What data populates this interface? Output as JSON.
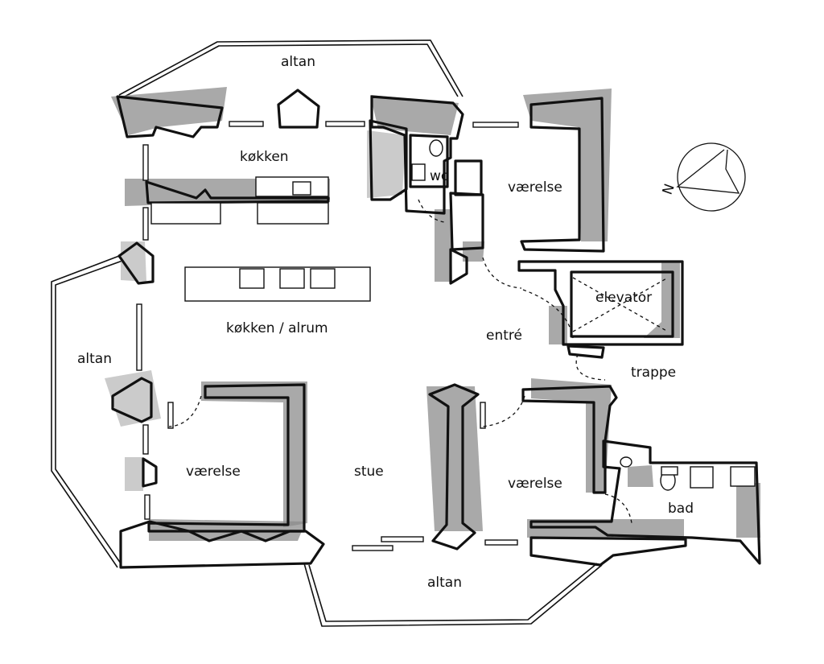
{
  "rooms": {
    "altan_top": "altan",
    "kokken": "køkken",
    "wc": "wc",
    "vaerelse_ne": "værelse",
    "kokken_alrum": "køkken / alrum",
    "altan_west": "altan",
    "entre": "entré",
    "elevator": "elevator",
    "trappe": "trappe",
    "vaerelse_sw": "værelse",
    "stue": "stue",
    "vaerelse_se": "værelse",
    "bad": "bad",
    "altan_south": "altan"
  },
  "compass": {
    "north_label": "N"
  }
}
